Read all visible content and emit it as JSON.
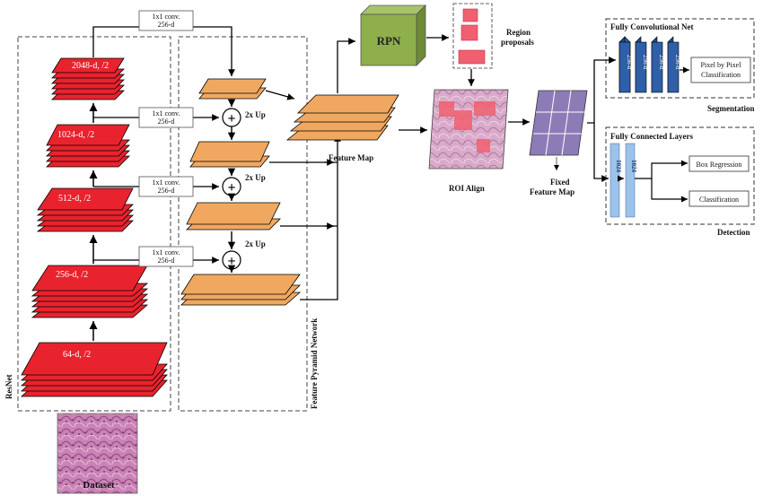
{
  "diagram": {
    "resnet_label": "ResNet",
    "fpn_label": "Feature Pyramid Network",
    "dataset_label": "Dataset",
    "conv_label_line1": "1x1 conv.",
    "conv_label_line2": "256-d",
    "up_label": "2x Up",
    "plus_symbol": "+",
    "feature_map_label": "Feature Map",
    "rpn_label": "RPN",
    "region_proposals_line1": "Region",
    "region_proposals_line2": "proposals",
    "roi_align_label": "ROI Align",
    "fixed_feature_map_line1": "Fixed",
    "fixed_feature_map_line2": "Feature Map",
    "resnet_layers": [
      "2048-d, /2",
      "1024-d, /2",
      "512-d, /2",
      "256-d, /2",
      "64-d, /2"
    ],
    "segmentation": {
      "title": "Fully Convolutional Net",
      "kernels": [
        "256-d",
        "256-d",
        "256-d",
        "256-d"
      ],
      "output_line1": "Pixel by Pixel",
      "output_line2": "Classification",
      "footer": "Segmentation"
    },
    "detection": {
      "title": "Fully Connected Layers",
      "fc_layers": [
        "1024",
        "1024"
      ],
      "box_regression": "Box Regression",
      "classification": "Classification",
      "footer": "Detection"
    }
  },
  "colors": {
    "resnet_red": "#e8232e",
    "fpn_orange": "#f0a860",
    "rpn_green": "#8fae4c",
    "grid_purple": "#8d7bb8",
    "fcn_blue": "#2f5fa7",
    "fc_light_blue": "#9cc3ea",
    "tissue_pink": "#c983b5",
    "proposal_red": "#f06070"
  }
}
